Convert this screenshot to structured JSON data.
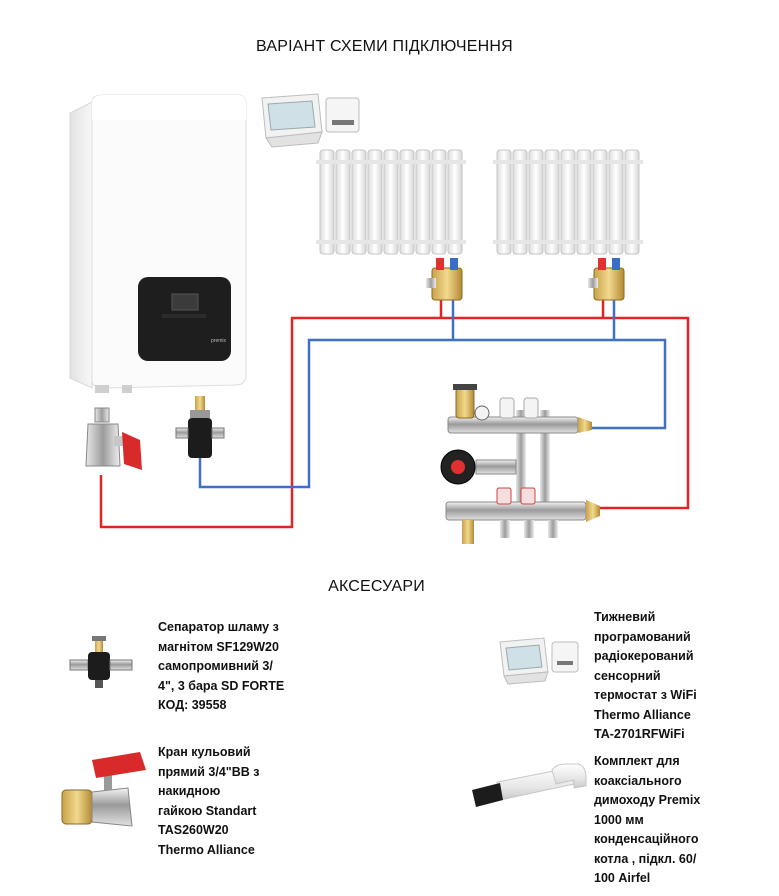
{
  "title": "ВАРІАНТ СХЕМИ ПІДКЛЮЧЕННЯ",
  "accessories_title": "АКСЕСУАРИ",
  "boiler_brand": "premix",
  "colors": {
    "supply": "#e42323",
    "return": "#3f6fc6",
    "valve_handle": "#d82a2a"
  },
  "accessories": [
    {
      "id": "sludge-separator",
      "text": "Сепаратор шламу з\nмагнітом SF129W20\nсамопромивний 3/\n4\", 3 бара SD FORTE\nКОД: 39558",
      "icon": "magnetic-separator-icon"
    },
    {
      "id": "ball-valve",
      "text": "Кран кульовий\nпрямий 3/4\"ВВ з\nнакидною\nгайкою Standart\nTAS260W20\nThermo Alliance",
      "icon": "ball-valve-icon"
    },
    {
      "id": "thermostat",
      "text": "Тижневий\nпрограмований\nрадіокерований\nсенсорний\nтермостат з WiFi\nThermo Alliance\nTA-2701RFWiFi",
      "icon": "thermostat-icon"
    },
    {
      "id": "flue-kit",
      "text": "Комплект для\nкоаксіального\nдимоходу Premix\n1000 мм\nконденсаційного\nкотла , підкл. 60/\n100 Airfel",
      "icon": "coaxial-flue-icon"
    }
  ]
}
